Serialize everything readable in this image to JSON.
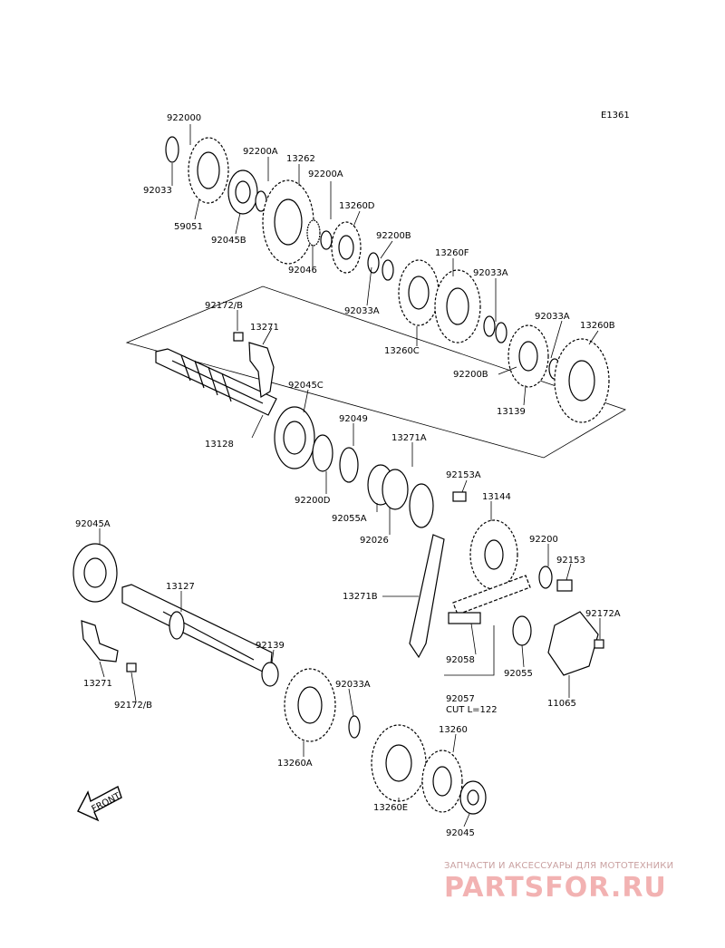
{
  "diagram_code": "E1361",
  "front_label": "FRONT",
  "cut_note": "CUT L=122",
  "part_labels": {
    "p922000": "922000",
    "p92033_top": "92033",
    "p59051": "59051",
    "p92200A_1": "92200A",
    "p13262": "13262",
    "p92200A_2": "92200A",
    "p92045B": "92045B",
    "p13260D": "13260D",
    "p92046": "92046",
    "p92200B_1": "92200B",
    "p13260F": "13260F",
    "p92033A_1": "92033A",
    "p92033A_2": "92033A",
    "p13260C": "13260C",
    "p92033A_3": "92033A",
    "p13260B": "13260B",
    "p92200B_2": "92200B",
    "p13139": "13139",
    "p92172B_1": "92172/B",
    "p13271_1": "13271",
    "p92045C": "92045C",
    "p13128": "13128",
    "p92049": "92049",
    "p13271A": "13271A",
    "p92153A": "92153A",
    "p92200D": "92200D",
    "p13144": "13144",
    "p92055A": "92055A",
    "p92026": "92026",
    "p92200": "92200",
    "p92153": "92153",
    "p92045A": "92045A",
    "p13127": "13127",
    "p13271B": "13271B",
    "p92172A": "92172A",
    "p92139": "92139",
    "p92058": "92058",
    "p92055": "92055",
    "p13271_2": "13271",
    "p92172B_2": "92172/B",
    "p92033A_4": "92033A",
    "p92057": "92057",
    "p11065": "11065",
    "p13260": "13260",
    "p13260A": "13260A",
    "p13260E": "13260E",
    "p92045": "92045"
  },
  "watermark": {
    "subtitle": "ЗАПЧАСТИ И АКСЕССУАРЫ ДЛЯ МОТОТЕХНИКИ",
    "logo": "PARTSFOR.RU"
  }
}
